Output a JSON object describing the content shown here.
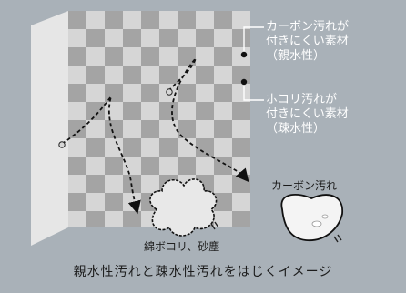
{
  "labels": {
    "carbon_resistant": "カーボン汚れが\n付きにくい素材\n（親水性）",
    "dust_resistant": "ホコリ汚れが\n付きにくい素材\n（疎水性）",
    "carbon_dirt": "カーボン汚れ",
    "dust_sand": "綿ボコリ、砂塵",
    "caption": "親水性汚れと疎水性汚れをはじくイメージ"
  },
  "colors": {
    "background": "#a9b1b8",
    "check_dark": "#a4a4a4",
    "check_light": "#d6d6d6",
    "side_face": "#e6e6e6"
  },
  "icons": [
    "dust-cloud-icon",
    "carbon-drop-icon",
    "dashed-arrow-icon"
  ]
}
